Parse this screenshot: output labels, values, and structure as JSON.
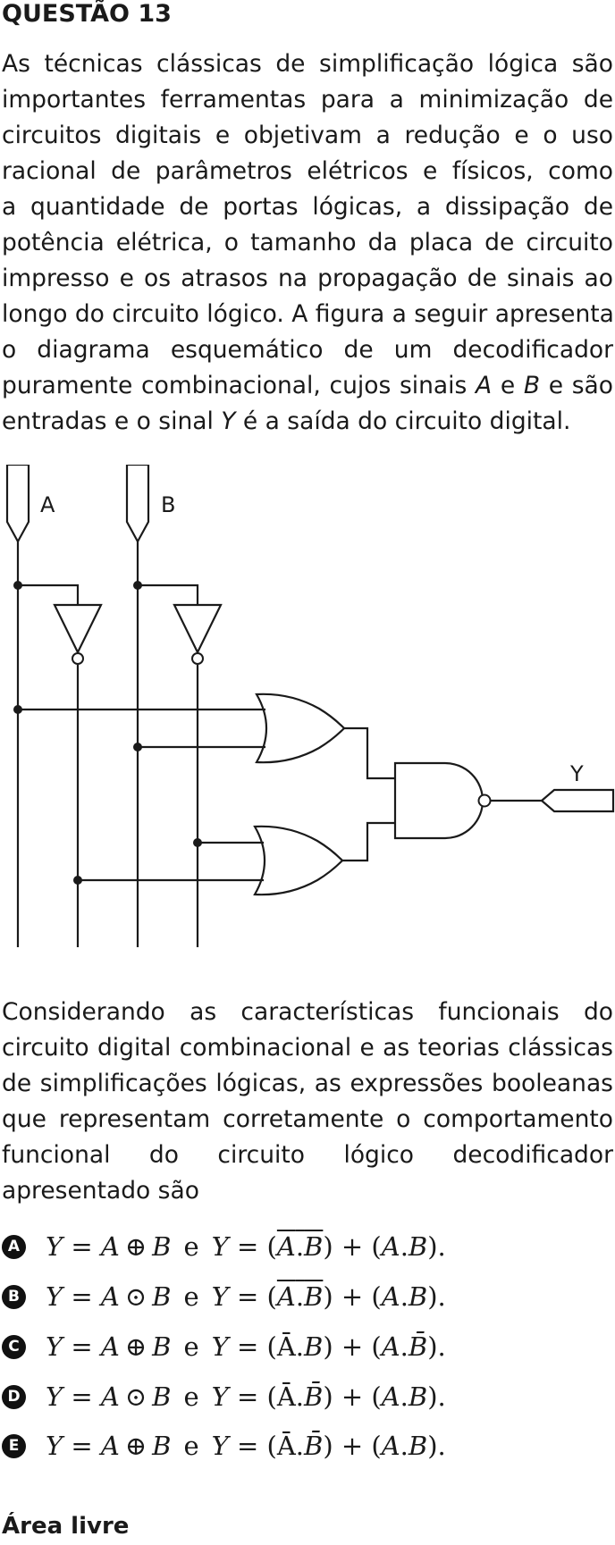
{
  "question": {
    "title": "QUESTÃO 13",
    "intro_lines": [
      "As técnicas clássicas de simplificação lógica são",
      "importantes ferramentas para a minimização de",
      "circuitos digitais e objetivam a redução e o uso",
      "racional de parâmetros elétricos e físicos, como",
      "a quantidade de portas lógicas, a dissipação de",
      "potência elétrica, o tamanho da placa de circuito",
      "impresso e os atrasos na propagação de sinais ao",
      "longo do circuito lógico. A figura a seguir apresenta",
      "o diagrama esquemático de um decodificador",
      [
        "puramente combinacional, cujos sinais ",
        "A",
        " e ",
        "B",
        " e são"
      ],
      [
        "entradas e o sinal ",
        "Y",
        " é a saída do circuito digital."
      ]
    ],
    "prompt_lines": [
      "Considerando as características funcionais do",
      "circuito digital combinacional e as teorias clássicas",
      "de simplificações lógicas, as expressões booleanas",
      "que representam corretamente o comportamento",
      "funcional do circuito lógico decodificador",
      "apresentado são"
    ]
  },
  "diagram": {
    "input_a_label": "A",
    "input_b_label": "B",
    "output_label": "Y"
  },
  "options": [
    {
      "letter": "A",
      "op1": "⊕",
      "e": "e",
      "expr": "Y = (A.B)‾ + (A.B)",
      "parts": [
        "ov:A.B",
        "A.B"
      ]
    },
    {
      "letter": "B",
      "op1": "⊙",
      "e": "e",
      "expr": "Y = (A.B)‾ + (A.B)",
      "parts": [
        "ov:A.B",
        "A.B"
      ]
    },
    {
      "letter": "C",
      "op1": "⊕",
      "e": "e",
      "expr": "Y = (Ā.B) + (A.B̄)",
      "parts": [
        "Ā.B",
        "A.B̄"
      ]
    },
    {
      "letter": "D",
      "op1": "⊙",
      "e": "e",
      "expr": "Y = (Ā.B̄) + (A.B)",
      "parts": [
        "Ā.B̄",
        "A.B"
      ]
    },
    {
      "letter": "E",
      "op1": "⊕",
      "e": "e",
      "expr": "Y = (Ā.B̄) + (A.B)",
      "parts": [
        "Ā.B̄",
        "A.B"
      ]
    }
  ],
  "footer": {
    "label": "Área livre"
  }
}
